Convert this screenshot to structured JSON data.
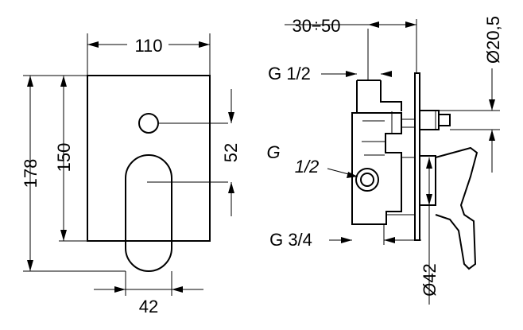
{
  "front_view": {
    "dim_width": "110",
    "dim_height_outer": "178",
    "dim_height_inner": "150",
    "dim_offset": "52",
    "dim_handle_width": "42"
  },
  "side_view": {
    "dim_depth_range": "30÷50",
    "dim_diameter_top": "Ø20,5",
    "label_inlet_top": "G 1/2",
    "label_inlet_side_g": "G",
    "label_inlet_side_frac": "1/2",
    "label_outlet_bottom": "G 3/4",
    "dim_diameter_bottom": "Ø42"
  }
}
